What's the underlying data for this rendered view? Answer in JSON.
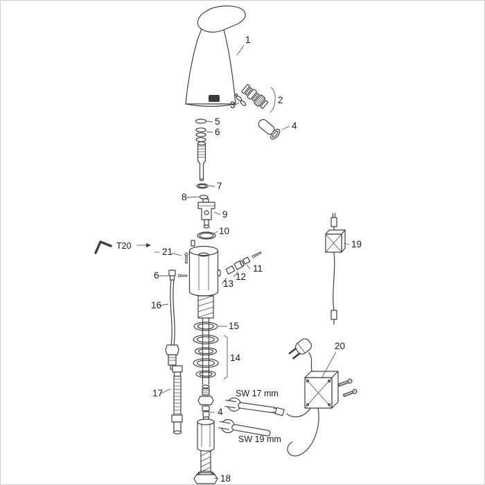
{
  "diagram": {
    "type": "exploded-parts-diagram",
    "background": "#ffffff",
    "line_color": "#3e3e3e",
    "label_color": "#1b1b1b",
    "callouts": {
      "c1": "1",
      "c2": "2",
      "c3": "3",
      "c4": "4",
      "c5": "5",
      "c6": "6",
      "c7": "7",
      "c8": "8",
      "c9": "9",
      "c10": "10",
      "c11": "11",
      "c12": "12",
      "c13": "13",
      "c14": "14",
      "c15": "15",
      "c16": "16",
      "c17": "17",
      "c18": "18",
      "c19": "19",
      "c20": "20",
      "c21": "21",
      "c6b": "6",
      "c4b": "4"
    },
    "annotations": {
      "torx_size": "T20",
      "wrench_17": "SW 17 mm",
      "wrench_19": "SW 19 mm"
    }
  }
}
